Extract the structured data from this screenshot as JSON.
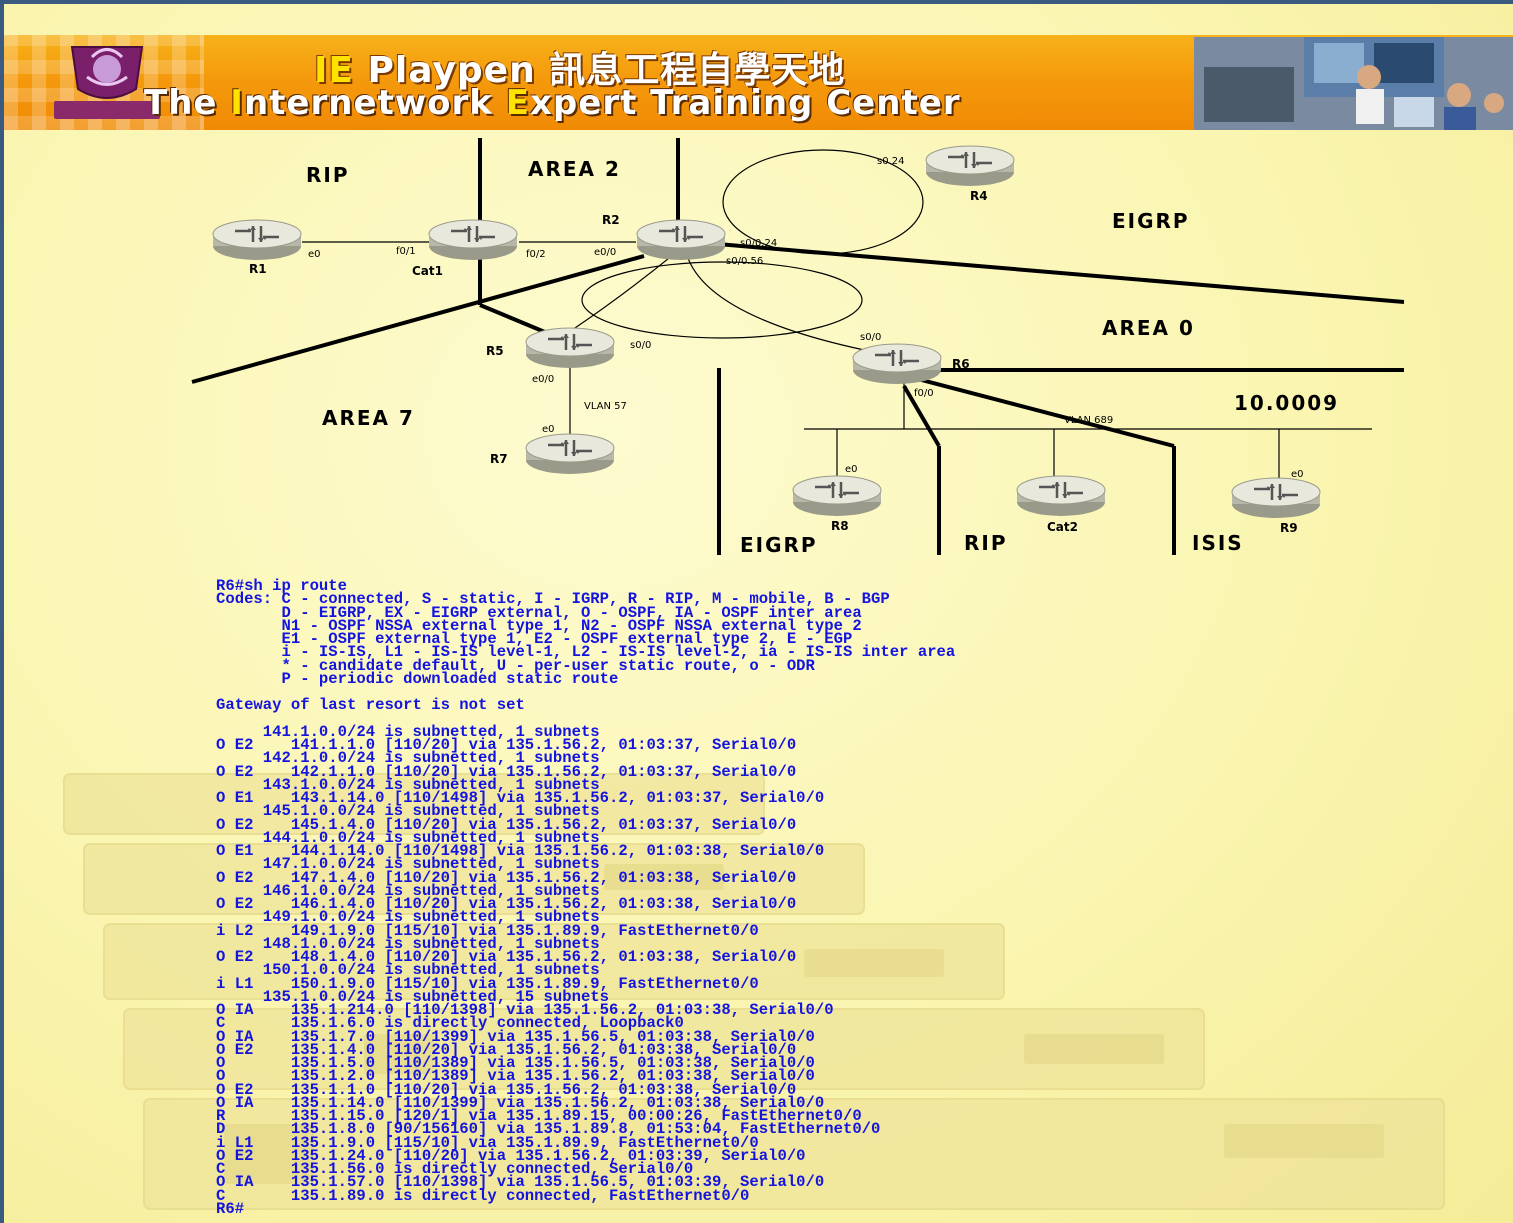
{
  "banner": {
    "line1_a": "IE",
    "line1_b": " Playpen 訊息工程自學天地",
    "line2_a": "The ",
    "line2_b": "I",
    "line2_c": "nternetwork ",
    "line2_d": "E",
    "line2_e": "xpert Training Center"
  },
  "diagram": {
    "area_labels": {
      "rip_left": "RIP",
      "area2": "AREA 2",
      "eigrp_right": "EIGRP",
      "area0": "AREA 0",
      "area7": "AREA 7",
      "isis_area": "10.0009",
      "eigrp_bottom": "EIGRP",
      "rip_bottom": "RIP",
      "isis_bottom": "ISIS"
    },
    "routers": {
      "r1": "R1",
      "cat1": "Cat1",
      "r2": "R2",
      "r4": "R4",
      "r5": "R5",
      "r6": "R6",
      "r7": "R7",
      "r8": "R8",
      "cat2": "Cat2",
      "r9": "R9"
    },
    "interfaces": {
      "r1_e0": "e0",
      "cat1_f01": "f0/1",
      "cat1_f02": "f0/2",
      "r2_e00": "e0/0",
      "r2_s0024": "s0/0.24",
      "r2_s0056": "s0/0.56",
      "r4_s024": "s0.24",
      "r5_s00": "s0/0",
      "r5_e00": "e0/0",
      "r6_s00": "s0/0",
      "r6_f00": "f0/0",
      "r7_e0": "e0",
      "r8_e0": "e0",
      "r9_e0": "e0"
    },
    "vlans": {
      "vlan57": "VLAN 57",
      "vlan689": "VLAN 689"
    }
  },
  "terminal": {
    "lines": [
      "R6#sh ip route",
      "Codes: C - connected, S - static, I - IGRP, R - RIP, M - mobile, B - BGP",
      "       D - EIGRP, EX - EIGRP external, O - OSPF, IA - OSPF inter area",
      "       N1 - OSPF NSSA external type 1, N2 - OSPF NSSA external type 2",
      "       E1 - OSPF external type 1, E2 - OSPF external type 2, E - EGP",
      "       i - IS-IS, L1 - IS-IS level-1, L2 - IS-IS level-2, ia - IS-IS inter area",
      "       * - candidate default, U - per-user static route, o - ODR",
      "       P - periodic downloaded static route",
      "",
      "Gateway of last resort is not set",
      "",
      "     141.1.0.0/24 is subnetted, 1 subnets",
      "O E2    141.1.1.0 [110/20] via 135.1.56.2, 01:03:37, Serial0/0",
      "     142.1.0.0/24 is subnetted, 1 subnets",
      "O E2    142.1.1.0 [110/20] via 135.1.56.2, 01:03:37, Serial0/0",
      "     143.1.0.0/24 is subnetted, 1 subnets",
      "O E1    143.1.14.0 [110/1498] via 135.1.56.2, 01:03:37, Serial0/0",
      "     145.1.0.0/24 is subnetted, 1 subnets",
      "O E2    145.1.4.0 [110/20] via 135.1.56.2, 01:03:37, Serial0/0",
      "     144.1.0.0/24 is subnetted, 1 subnets",
      "O E1    144.1.14.0 [110/1498] via 135.1.56.2, 01:03:38, Serial0/0",
      "     147.1.0.0/24 is subnetted, 1 subnets",
      "O E2    147.1.4.0 [110/20] via 135.1.56.2, 01:03:38, Serial0/0",
      "     146.1.0.0/24 is subnetted, 1 subnets",
      "O E2    146.1.4.0 [110/20] via 135.1.56.2, 01:03:38, Serial0/0",
      "     149.1.0.0/24 is subnetted, 1 subnets",
      "i L2    149.1.9.0 [115/10] via 135.1.89.9, FastEthernet0/0",
      "     148.1.0.0/24 is subnetted, 1 subnets",
      "O E2    148.1.4.0 [110/20] via 135.1.56.2, 01:03:38, Serial0/0",
      "     150.1.0.0/24 is subnetted, 1 subnets",
      "i L1    150.1.9.0 [115/10] via 135.1.89.9, FastEthernet0/0",
      "     135.1.0.0/24 is subnetted, 15 subnets",
      "O IA    135.1.214.0 [110/1398] via 135.1.56.2, 01:03:38, Serial0/0",
      "C       135.1.6.0 is directly connected, Loopback0",
      "O IA    135.1.7.0 [110/1399] via 135.1.56.5, 01:03:38, Serial0/0",
      "O E2    135.1.4.0 [110/20] via 135.1.56.2, 01:03:38, Serial0/0",
      "O       135.1.5.0 [110/1389] via 135.1.56.5, 01:03:38, Serial0/0",
      "O       135.1.2.0 [110/1389] via 135.1.56.2, 01:03:38, Serial0/0",
      "O E2    135.1.1.0 [110/20] via 135.1.56.2, 01:03:38, Serial0/0",
      "O IA    135.1.14.0 [110/1399] via 135.1.56.2, 01:03:38, Serial0/0",
      "R       135.1.15.0 [120/1] via 135.1.89.15, 00:00:26, FastEthernet0/0",
      "D       135.1.8.0 [90/156160] via 135.1.89.8, 01:53:04, FastEthernet0/0",
      "i L1    135.1.9.0 [115/10] via 135.1.89.9, FastEthernet0/0",
      "O E2    135.1.24.0 [110/20] via 135.1.56.2, 01:03:39, Serial0/0",
      "C       135.1.56.0 is directly connected, Serial0/0",
      "O IA    135.1.57.0 [110/1398] via 135.1.56.5, 01:03:39, Serial0/0",
      "C       135.1.89.0 is directly connected, FastEthernet0/0",
      "R6#"
    ]
  },
  "colors": {
    "banner_orange": "#f59a0c",
    "slide_yellow": "#faf5b0",
    "terminal_blue": "#1414e0",
    "router_body": "#b8b8a8",
    "router_top": "#e8e8dc",
    "frame_blue": "#3a5a80"
  }
}
